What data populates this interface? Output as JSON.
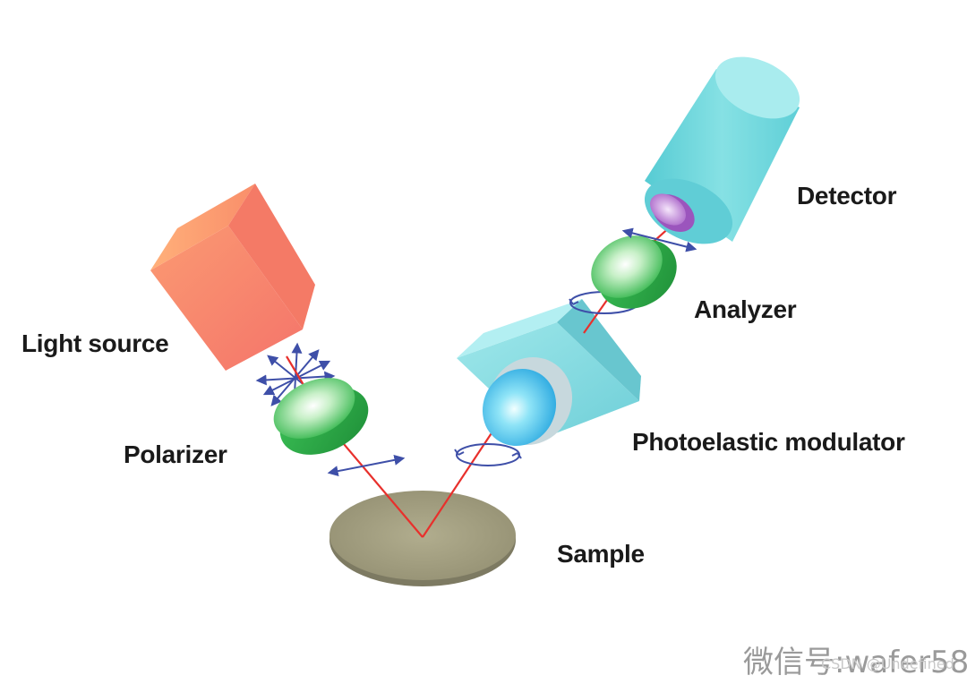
{
  "labels": {
    "detector": "Detector",
    "analyzer": "Analyzer",
    "light_source": "Light source",
    "polarizer": "Polarizer",
    "photoelastic_modulator": "Photoelastic modulator",
    "sample": "Sample"
  },
  "watermark": {
    "main": "微信号:wafer58",
    "csdn": "CSDN @Undefined"
  },
  "colors": {
    "light_source": "#f7866c",
    "polarizer": "#2fb34a",
    "analyzer": "#2fb34a",
    "modulator_body": "#7fd9e0",
    "modulator_lens": "#3fb8e8",
    "detector": "#6fd6dc",
    "detector_lens": "#b77ad0",
    "sample": "#9e9a7c",
    "beam": "#e8302c",
    "polarization_arrows": "#3e4fa8"
  }
}
